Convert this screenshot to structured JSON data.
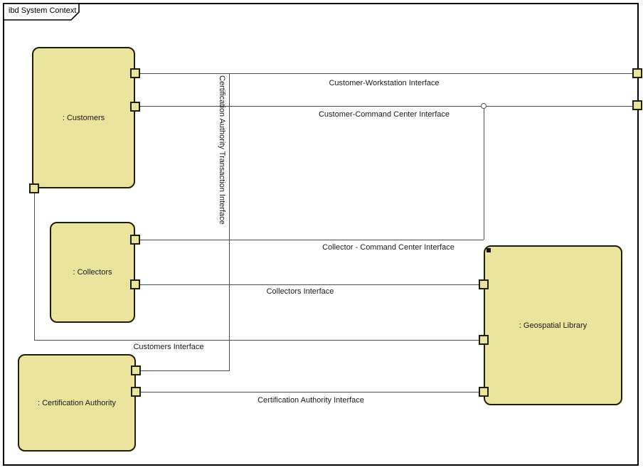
{
  "frame": {
    "title": "ibd System Context"
  },
  "blocks": [
    {
      "id": "customers",
      "label": ": Customers"
    },
    {
      "id": "collectors",
      "label": ": Collectors"
    },
    {
      "id": "certification-authority",
      "label": ": Certification Authority"
    },
    {
      "id": "geospatial-library",
      "label": ": Geospatial Library"
    }
  ],
  "connectors": [
    {
      "label": "Customer-Workstation Interface",
      "orientation": "horizontal"
    },
    {
      "label": "Customer-Command Center Interface",
      "orientation": "horizontal"
    },
    {
      "label": "Certification Authority Transaction Interface",
      "orientation": "vertical"
    },
    {
      "label": "Collector - Command Center Interface",
      "orientation": "horizontal"
    },
    {
      "label": "Collectors Interface",
      "orientation": "horizontal"
    },
    {
      "label": "Customers Interface",
      "orientation": "horizontal"
    },
    {
      "label": "Certification Authority Interface",
      "orientation": "horizontal"
    }
  ],
  "colors": {
    "background": "#ffffff",
    "block_fill": "#eae49c",
    "block_border": "#1f1f05",
    "line": "#4d4d4d"
  }
}
